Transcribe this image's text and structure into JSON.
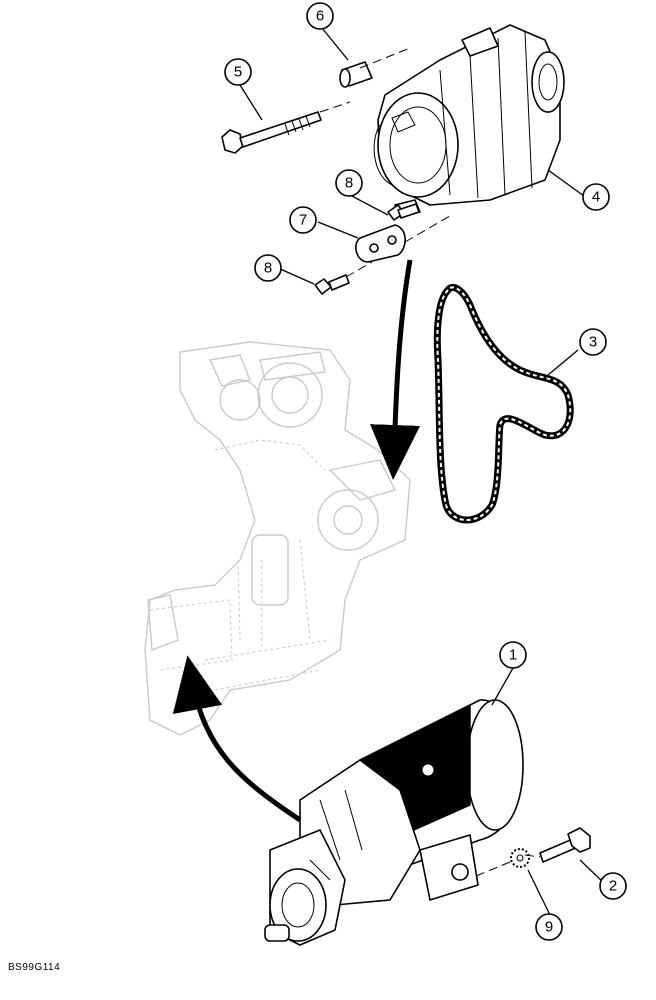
{
  "figure_code": "BS99G114",
  "callouts": [
    {
      "id": "c1",
      "label": "1",
      "part": "starter-motor"
    },
    {
      "id": "c2",
      "label": "2",
      "part": "starter-bolt"
    },
    {
      "id": "c3",
      "label": "3",
      "part": "drive-belt"
    },
    {
      "id": "c4",
      "label": "4",
      "part": "alternator"
    },
    {
      "id": "c5",
      "label": "5",
      "part": "alternator-pivot-bolt"
    },
    {
      "id": "c6",
      "label": "6",
      "part": "spacer"
    },
    {
      "id": "c7",
      "label": "7",
      "part": "adjusting-plate"
    },
    {
      "id": "c8a",
      "label": "8",
      "part": "plate-bolt"
    },
    {
      "id": "c8b",
      "label": "8",
      "part": "plate-bolt"
    },
    {
      "id": "c9",
      "label": "9",
      "part": "lock-washer"
    }
  ]
}
